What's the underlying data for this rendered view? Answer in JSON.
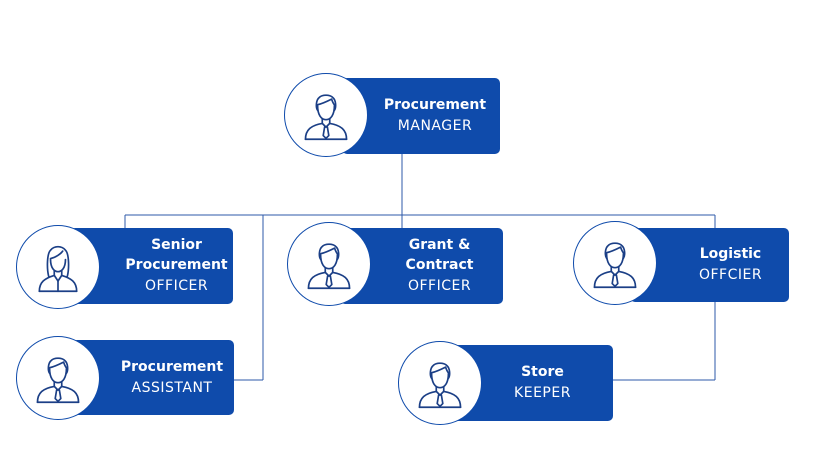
{
  "colors": {
    "card": "#0f4bab",
    "line": "#2d5aa8",
    "icon": "#1b3f86"
  },
  "nodes": {
    "manager": {
      "title": "Procurement",
      "role": "MANAGER",
      "icon": "male-person-icon"
    },
    "senior_officer": {
      "title": "Senior Procurement",
      "role": "OFFICER",
      "icon": "female-person-icon"
    },
    "grant_officer": {
      "title": "Grant & Contract",
      "role": "OFFICER",
      "icon": "male-person-icon"
    },
    "logistic_officer": {
      "title": "Logistic",
      "role": "OFFCIER",
      "icon": "male-person-icon"
    },
    "assistant": {
      "title": "Procurement",
      "role": "ASSISTANT",
      "icon": "male-person-icon"
    },
    "store_keeper": {
      "title": "Store",
      "role": "KEEPER",
      "icon": "male-person-icon"
    }
  }
}
